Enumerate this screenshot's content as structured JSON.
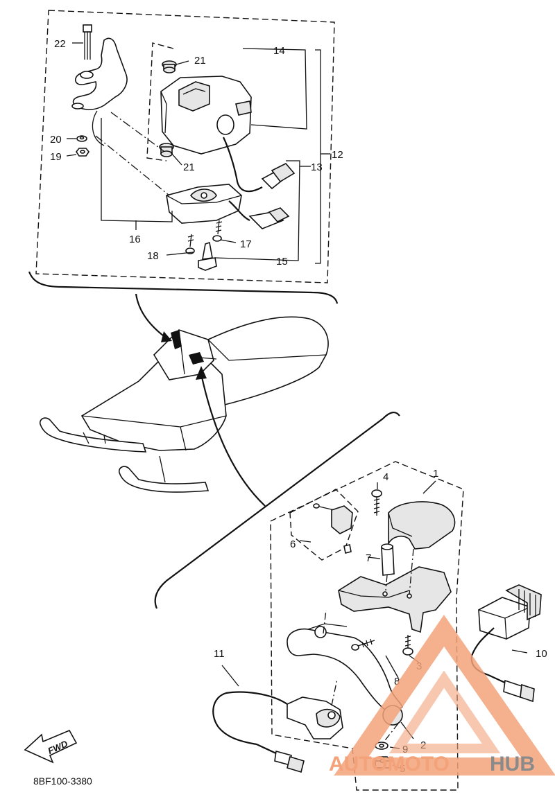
{
  "callouts": {
    "n1": "1",
    "n2": "2",
    "n3": "3",
    "n4": "4",
    "n5": "5",
    "n6": "6",
    "n7": "7",
    "n8": "8",
    "n9": "9",
    "n10": "10",
    "n11": "11",
    "n12": "12",
    "n13": "13",
    "n14": "14",
    "n15": "15",
    "n16": "16",
    "n17": "17",
    "n18": "18",
    "n19": "19",
    "n20": "20",
    "n21a": "21",
    "n21b": "21",
    "n22": "22"
  },
  "direction_label": "FWD",
  "diagram_code": "8BF100-3380",
  "watermark": {
    "part1": "AUTOMOTO",
    "part2": "HUB",
    "accent": "#f07a5a",
    "gray": "#8a8a8a"
  }
}
